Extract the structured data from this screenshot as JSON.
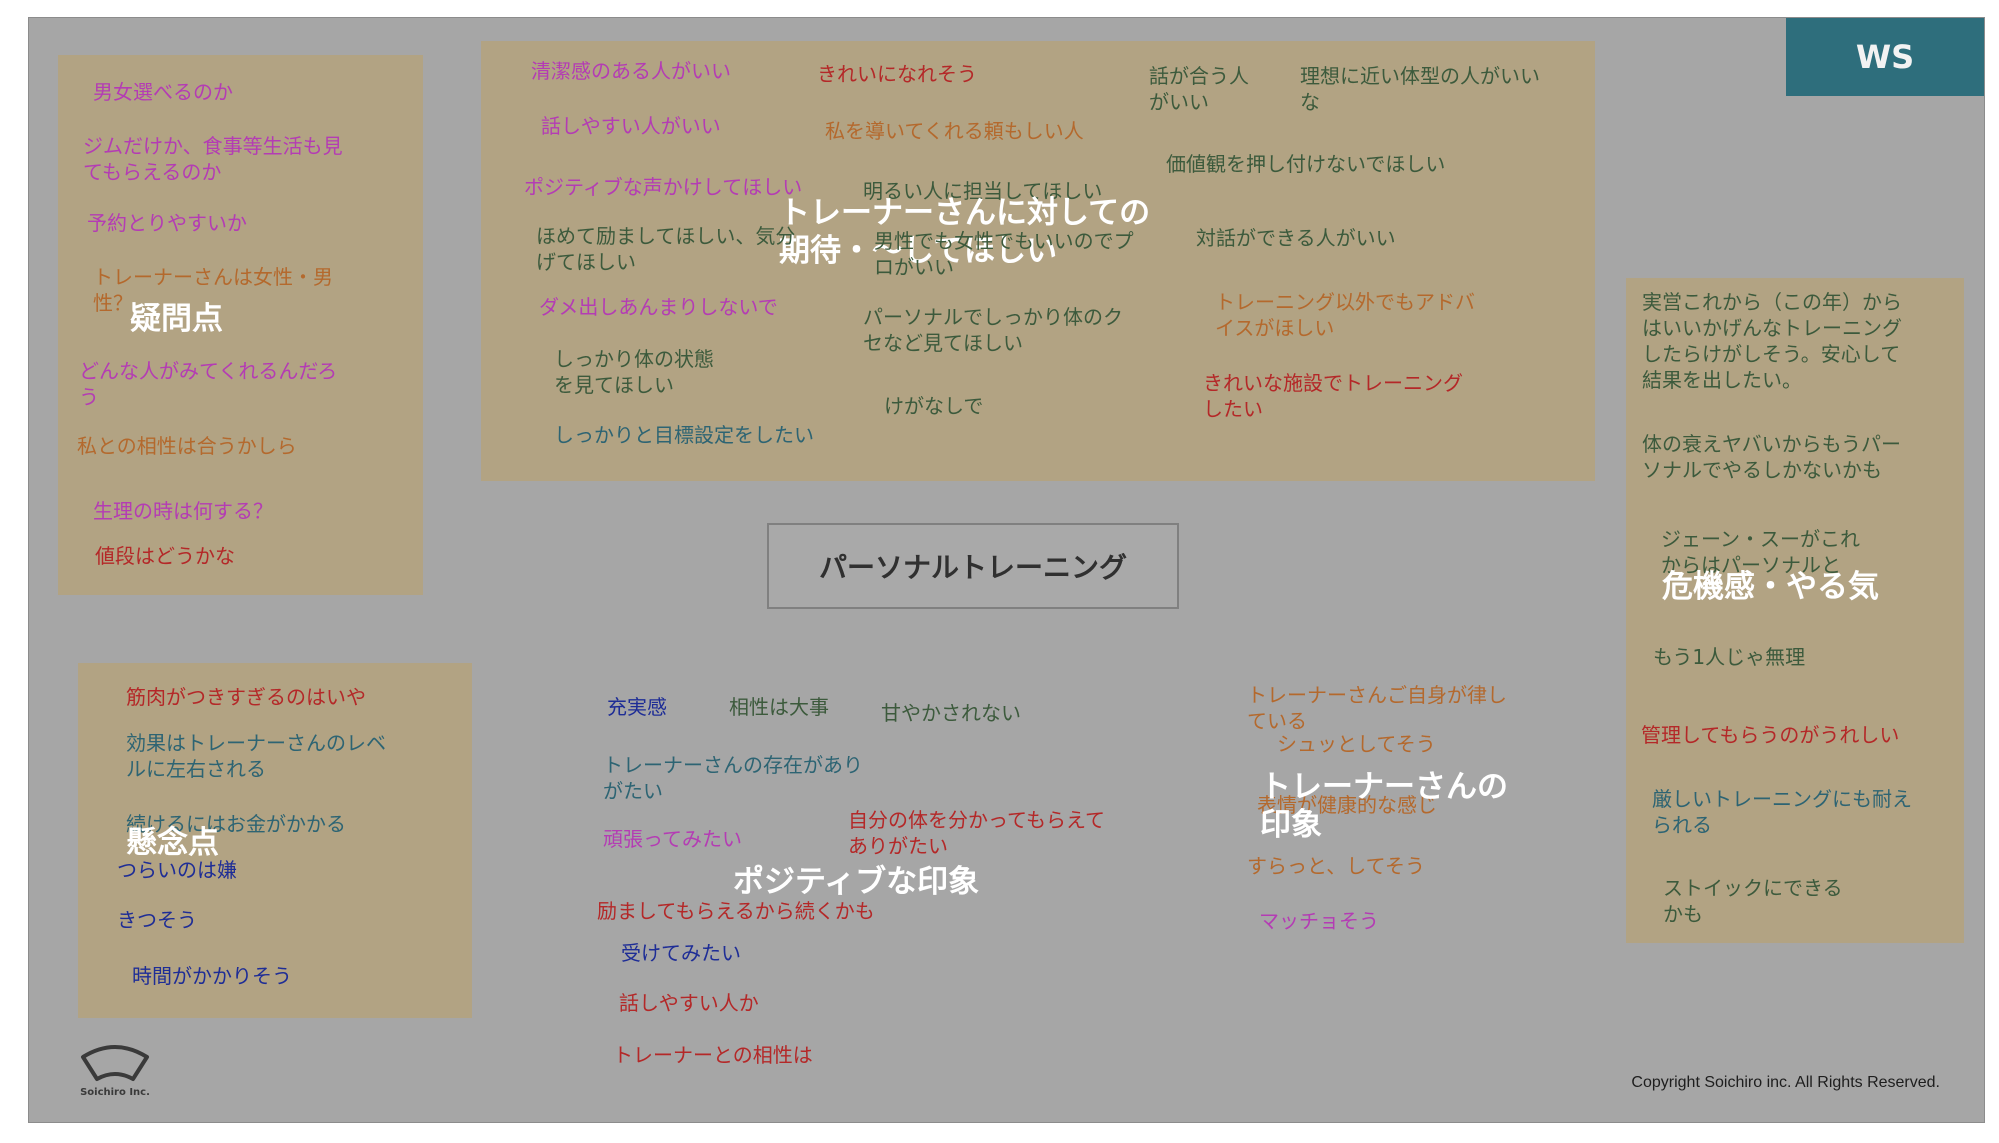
{
  "badge": "WS",
  "center_topic": "パーソナルトレーニング",
  "copyright": "Copyright Soichiro inc. All Rights Reserved.",
  "logo_text": "Soichiro Inc.",
  "colors": {
    "background": "#a6a6a6",
    "panel": "#b2a383",
    "badge": "#2e6e7c",
    "magenta": "#b43cb4",
    "orange": "#b4692d",
    "red": "#b42828",
    "green": "#3c5a3c",
    "teal": "#2d6473",
    "navy": "#1e2d96"
  },
  "clusters": {
    "questions": {
      "title": "疑問点",
      "notes": [
        {
          "text": "男女選べるのか"
        },
        {
          "text": "ジムだけか、食事等生活も見\nてもらえるのか"
        },
        {
          "text": "予約とりやすいか"
        },
        {
          "text": "トレーナーさんは女性・男\n性？"
        },
        {
          "text": "どんな人がみてくれるんだろ\nう"
        },
        {
          "text": "私との相性は合うかしら"
        },
        {
          "text": "生理の時は何する？"
        },
        {
          "text": "値段はどうかな"
        }
      ]
    },
    "expectations": {
      "title": "トレーナーさんに対しての\n期待・〜してほしい",
      "notes": [
        {
          "text": "清潔感のある人がいい"
        },
        {
          "text": "きれいになれそう"
        },
        {
          "text": "話が合う人\nがいい"
        },
        {
          "text": "理想に近い体型の人がいい\nな"
        },
        {
          "text": "話しやすい人がいい"
        },
        {
          "text": "私を導いてくれる頼もしい人"
        },
        {
          "text": "価値観を押し付けないでほしい"
        },
        {
          "text": "ポジティブな声かけしてほしい"
        },
        {
          "text": "明るい人に担当してほしい"
        },
        {
          "text": "ほめて励ましてほしい、気分\nげてほしい"
        },
        {
          "text": "男性でも女性でもいいのでプ\nロがいい"
        },
        {
          "text": "対話ができる人がいい"
        },
        {
          "text": "ダメ出しあんまりしないで"
        },
        {
          "text": "パーソナルでしっかり体のク\nセなど見てほしい"
        },
        {
          "text": "トレーニング以外でもアドバ\nイスがほしい"
        },
        {
          "text": "しっかり体の状態\nを見てほしい"
        },
        {
          "text": "きれいな施設でトレーニング\nしたい"
        },
        {
          "text": "けがなしで"
        },
        {
          "text": "しっかりと目標設定をしたい"
        }
      ]
    },
    "crisis": {
      "title": "危機感・やる気",
      "notes": [
        {
          "text": "実営これから（この年）から\nはいいかげんなトレーニング\nしたらけがしそう。安心して\n結果を出したい。"
        },
        {
          "text": "体の衰えヤバいからもうパー\nソナルでやるしかないかも"
        },
        {
          "text": "ジェーン・スーがこれ\nからはパーソナルと"
        },
        {
          "text": "もう1人じゃ無理"
        },
        {
          "text": "管理してもらうのがうれしい"
        },
        {
          "text": "厳しいトレーニングにも耐え\nられる"
        },
        {
          "text": "ストイックにできる\nかも"
        }
      ]
    },
    "concerns": {
      "title": "懸念点",
      "notes": [
        {
          "text": "筋肉がつきすぎるのはいや"
        },
        {
          "text": "効果はトレーナーさんのレベ\nルに左右される"
        },
        {
          "text": "続けるにはお金がかかる"
        },
        {
          "text": "つらいのは嫌"
        },
        {
          "text": "きつそう"
        },
        {
          "text": "時間がかかりそう"
        }
      ]
    },
    "positive": {
      "title": "ポジティブな印象",
      "notes": [
        {
          "text": "充実感"
        },
        {
          "text": "相性は大事"
        },
        {
          "text": "甘やかされない"
        },
        {
          "text": "トレーナーさんの存在があり\nがたい"
        },
        {
          "text": "自分の体を分かってもらえて\nありがたい"
        },
        {
          "text": "頑張ってみたい"
        },
        {
          "text": "励ましてもらえるから続くかも"
        },
        {
          "text": "受けてみたい"
        },
        {
          "text": "話しやすい人か"
        },
        {
          "text": "トレーナーとの相性は"
        }
      ]
    },
    "impression": {
      "title": "トレーナーさんの\n印象",
      "notes": [
        {
          "text": "トレーナーさんご自身が律し\nている"
        },
        {
          "text": "シュッとしてそう"
        },
        {
          "text": "表情が健康的な感じ"
        },
        {
          "text": "すらっと、してそう"
        },
        {
          "text": "マッチョそう"
        }
      ]
    }
  }
}
